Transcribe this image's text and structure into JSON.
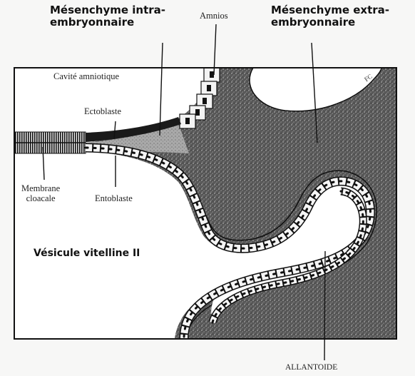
{
  "labels": {
    "mesenchyme_intra": "Mésenchyme intra-\nembryonnaire",
    "amnios": "Amnios",
    "mesenchyme_extra": "Mésenchyme extra-\nembryonnaire",
    "cavite_amniotique": "Cavité amniotique",
    "ectoblaste": "Ectoblaste",
    "membrane_cloacale": "Membrane\ncloacale",
    "entoblaste": "Entoblaste",
    "vesicule_vitelline": "Vésicule vitelline II",
    "allantoide": "ALLANTOIDE",
    "initials": "FC"
  },
  "colors": {
    "mesenchyme": "#5a5a5a",
    "mesenchyme_light": "#9a9a9a",
    "cavity": "#ffffff",
    "line": "#111111"
  }
}
